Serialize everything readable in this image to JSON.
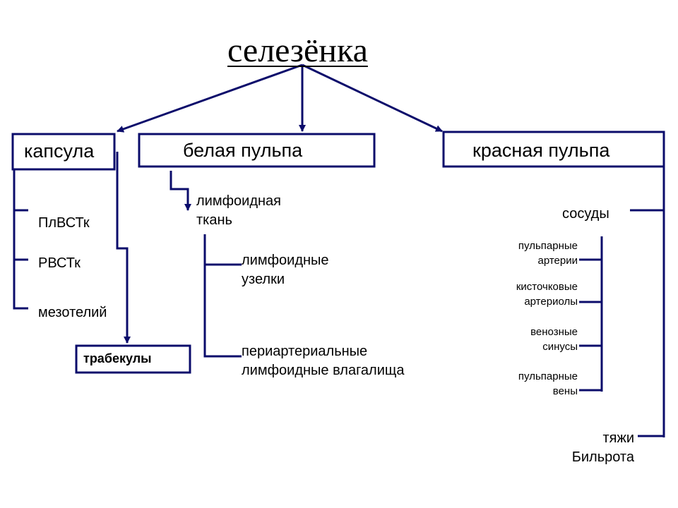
{
  "title": "селезёнка",
  "capsule": {
    "label": "капсула",
    "items": [
      "ПлВСТк",
      "РВСТк",
      "мезотелий"
    ],
    "trabeculae": "трабекулы"
  },
  "white_pulp": {
    "label": "белая пульпа",
    "lymphoid_tissue": [
      "лимфоидная",
      "ткань"
    ],
    "nodules": [
      "лимфоидные",
      "узелки"
    ],
    "sheaths": [
      "периартериальные",
      "лимфоидные влагалища"
    ]
  },
  "red_pulp": {
    "label": "красная пульпа",
    "vessels": "сосуды",
    "vessel_items": [
      [
        "пульпарные",
        "артерии"
      ],
      [
        "кисточковые",
        "артериолы"
      ],
      [
        "венозные",
        "синусы"
      ],
      [
        "пульпарные",
        "вены"
      ]
    ],
    "cords": [
      "тяжи",
      "Бильрота"
    ]
  },
  "colors": {
    "line": "#0b0c6b",
    "text": "#000000",
    "background": "#ffffff"
  }
}
